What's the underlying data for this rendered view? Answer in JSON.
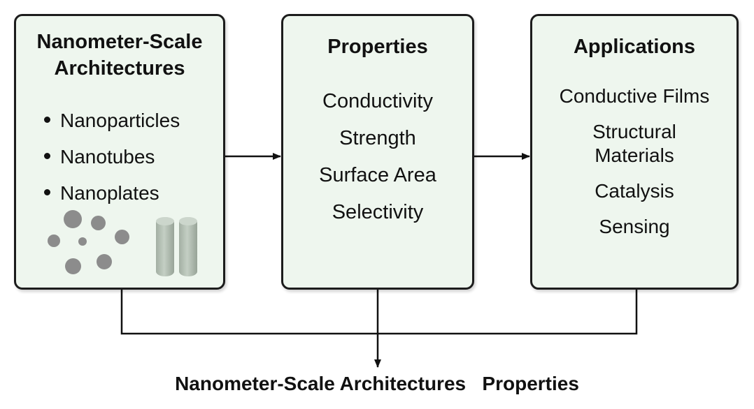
{
  "boxes": {
    "architectures": {
      "title_line1": "Nanometer-Scale",
      "title_line2": "Architectures",
      "items": [
        "Nanoparticles",
        "Nanotubes",
        "Nanoplates"
      ]
    },
    "properties": {
      "title": "Properties",
      "items": [
        "Conductivity",
        "Strength",
        "Surface Area",
        "Selectivity"
      ]
    },
    "applications": {
      "title": "Applications",
      "items": [
        "Conductive Films",
        "Structural",
        "Materials",
        "Catalysis",
        "Sensing"
      ]
    }
  },
  "bottom_label": "Nanometer-Scale Architectures   Properties",
  "colors": {
    "box_fill": "#eef6ee",
    "box_border": "#1c1c1c",
    "particle": "#8c8c8c",
    "tube": "#b3bfb3",
    "connector": "#111111"
  },
  "icons": [
    "nanoparticle-cluster-icon",
    "nanotube-cylinders-icon",
    "arrowhead-icon"
  ]
}
